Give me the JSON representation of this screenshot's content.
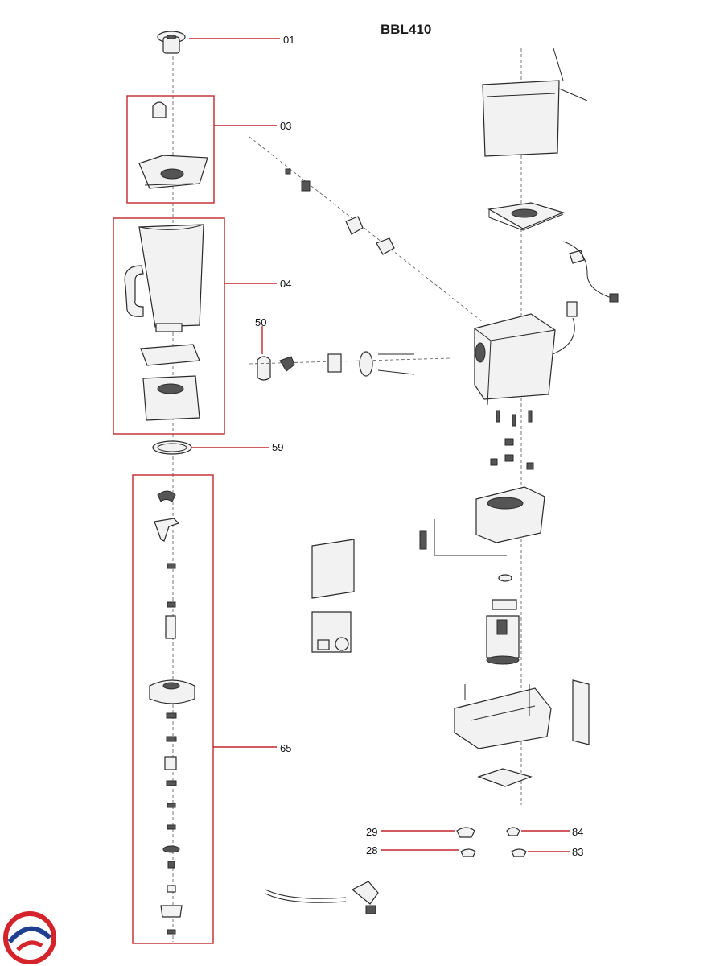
{
  "title": "BBL410",
  "callouts": {
    "c01": "01",
    "c03": "03",
    "c04": "04",
    "c50": "50",
    "c59": "59",
    "c65": "65",
    "c29": "29",
    "c28": "28",
    "c84": "84",
    "c83": "83"
  },
  "colors": {
    "callout_line": "#c0272d",
    "drawing": "#2a2a2a",
    "logo_red": "#d4232b",
    "logo_blue": "#1f3f8f"
  }
}
